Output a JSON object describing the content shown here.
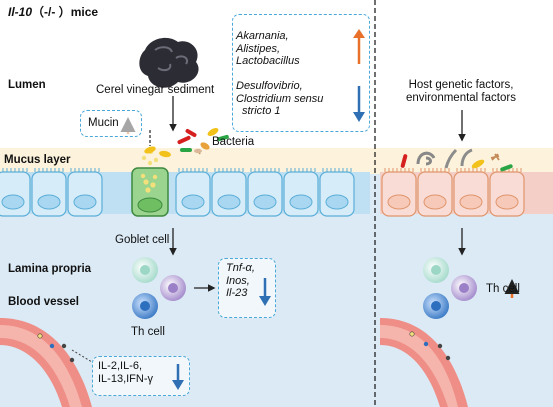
{
  "title": {
    "gene": "Il-10",
    "genotype": "（-/- ）",
    "suffix": "mice"
  },
  "regions": {
    "lumen": "Lumen",
    "mucus": "Mucus layer",
    "lamina": "Lamina propria",
    "blood": "Blood vessel"
  },
  "left": {
    "vinegar": "Cerel vinegar sediment",
    "mucin": "Mucin",
    "bacteria": "Bacteria",
    "goblet": "Goblet cell",
    "th_cell": "Th cell",
    "bact_up": [
      "Akarnania,",
      "Alistipes,",
      "Lactobacillus"
    ],
    "bact_down": [
      "Desulfovibrio,",
      "Clostridium sensu",
      "stricto 1"
    ],
    "cytokines_down": [
      "Tnf-α,",
      "Inos,",
      "Il-23"
    ],
    "interleukins_down": [
      "IL-2,IL-6,",
      "IL-13,IFN-γ"
    ]
  },
  "right": {
    "factors": [
      "Host genetic factors,",
      "environmental factors"
    ],
    "th_cell": "Th cell"
  },
  "colors": {
    "up_arrow": "#e8702a",
    "down_arrow": "#2f6fb3",
    "dash_border": "#4aa8d8",
    "mucus": "#fdf3dc",
    "epithelium_left": "#d6ecf8",
    "epithelium_right": "#f9dcd6"
  }
}
